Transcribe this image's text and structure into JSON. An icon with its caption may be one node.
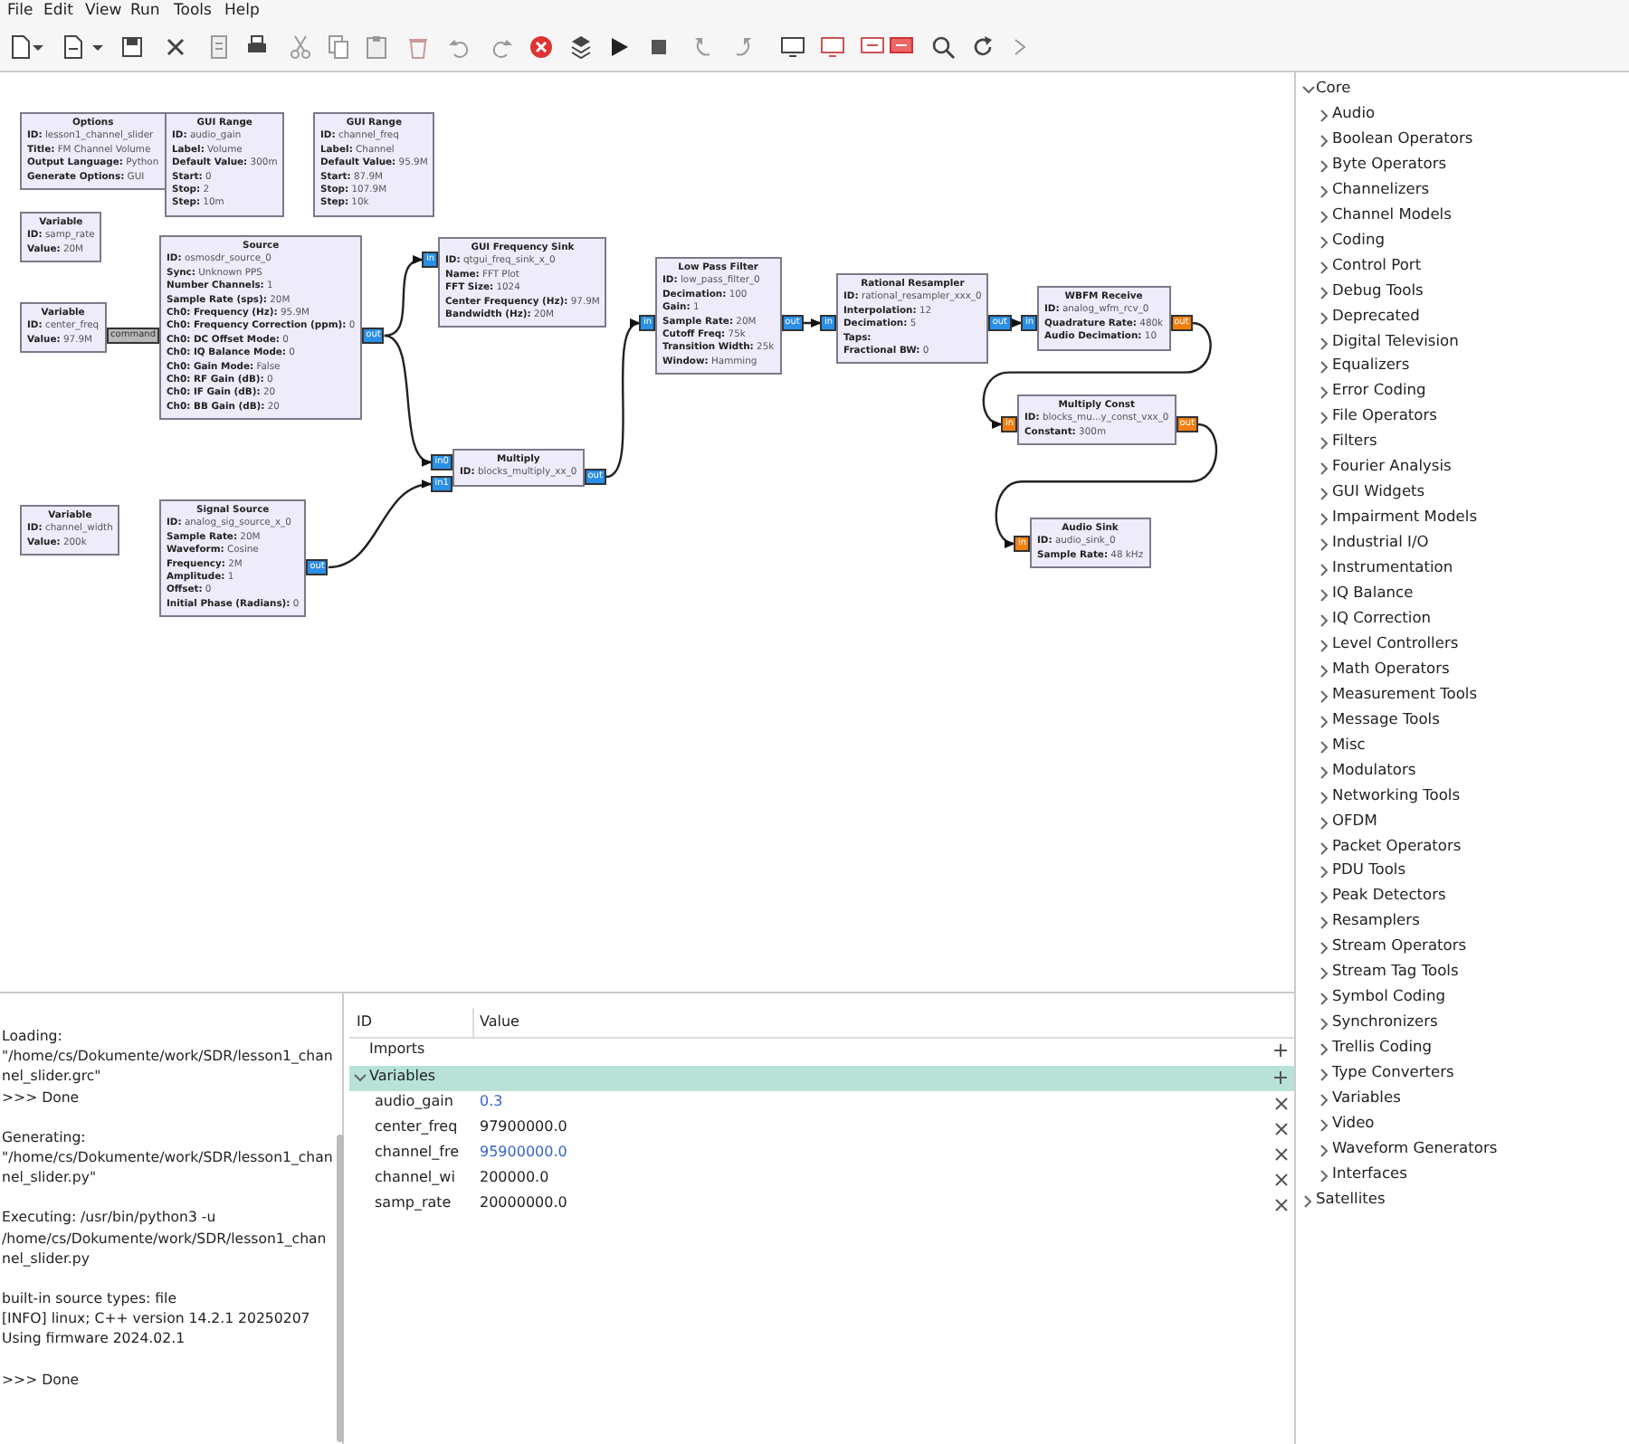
{
  "diagram": {
    "nodes": [
      {
        "text": [
          "Options",
          "**ID:** lesson1_channel_slider",
          "**Title:** FM Channel Volume",
          "**Output Language:** Python",
          "**Generate Options:** GUI"
        ]
      },
      {
        "text": [
          "GUI Range",
          "**ID:** audio_gain",
          "**Label:** Volume",
          "**Default Value:** 300m",
          "**Start:** 0",
          "**Stop:** 2",
          "**Step:** 10m"
        ]
      },
      {
        "text": [
          "GUI Range",
          "**ID:** channel_freq",
          "**Label:** Channel",
          "**Default Value:** 95.9M",
          "**Start:** 87.9M",
          "**Stop:** 107.9M",
          "**Step:** 10k"
        ]
      },
      {
        "text": [
          "Variable",
          "**ID:** samp_rate",
          "**Value:** 20M"
        ]
      },
      {
        "text": [
          "Source",
          "**ID:** osmosdr_source_0",
          "**Sync:** Unknown PPS",
          "**Number Channels:** 1",
          "**Sample Rate (sps):** 20M",
          "**Ch0: Frequency (Hz):** 95.9M",
          "**Ch0: Frequency Correction (ppm):** 0",
          "**Ch0: DC Offset Mode:** 0",
          "**Ch0: IQ Balance Mode:** 0",
          "**Ch0: Gain Mode:** False",
          "**Ch0: RF Gain (dB):** 0",
          "**Ch0: IF Gain (dB):** 20",
          "**Ch0: BB Gain (dB):** 20"
        ]
      },
      {
        "text": [
          "GUI Frequency Sink",
          "**ID:** qtgui_freq_sink_x_0",
          "**Name:** FFT Plot",
          "**FFT Size:** 1024",
          "**Center Frequency (Hz):** 97.9M",
          "**Bandwidth (Hz):** 20M"
        ]
      },
      {
        "text": [
          "Variable",
          "**ID:** center_freq",
          "**Value:** 97.9M"
        ]
      },
      {
        "text": [
          "Low Pass Filter",
          "**ID:** low_pass_filter_0",
          "**Decimation:** 100",
          "**Gain:** 1",
          "**Sample Rate:** 20M",
          "**Cutoff Freq:** 75k",
          "**Transition Width:** 25k",
          "**Window:** Hamming"
        ]
      },
      {
        "text": [
          "Rational Resampler",
          "**ID:** rational_resampler_xxx_0",
          "**Interpolation:** 12",
          "**Decimation:** 5",
          "**Taps:**",
          "**Fractional BW:** 0"
        ]
      },
      {
        "text": [
          "WBFM Receive",
          "**ID:** analog_wfm_rcv_0",
          "**Quadrature Rate:** 480k",
          "**Audio Decimation:** 10"
        ]
      },
      {
        "text": [
          "Multiply Const",
          "**ID:** blocks_mu...y_const_vxx_0",
          "**Constant:** 300m"
        ]
      },
      {
        "text": [
          "Multiply",
          "**ID:** blocks_multiply_xx_0"
        ]
      },
      {
        "text": [
          "Variable",
          "**ID:** channel_width",
          "**Value:** 200k"
        ]
      },
      {
        "text": [
          "Signal Source",
          "**ID:** analog_sig_source_x_0",
          "**Sample Rate:** 20M",
          "**Waveform:** Cosine",
          "**Frequency:** 2M",
          "**Amplitude:** 1",
          "**Offset:** 0",
          "**Initial Phase (Radians):** 0"
        ]
      },
      {
        "text": [
          "Audio Sink",
          "**ID:** audio_sink_0",
          "**Sample Rate:** 48 kHz"
        ]
      },
      {
        "text": [
          "command"
        ]
      },
      {
        "text": [
          "out"
        ]
      },
      {
        "text": [
          "in"
        ]
      },
      {
        "text": [
          "in0"
        ]
      },
      {
        "text": [
          "in1"
        ]
      },
      {
        "text": [
          "out"
        ]
      },
      {
        "text": [
          "out"
        ]
      },
      {
        "text": [
          "in"
        ]
      },
      {
        "text": [
          "out"
        ]
      },
      {
        "text": [
          "in"
        ]
      },
      {
        "text": [
          "out"
        ]
      },
      {
        "text": [
          "in"
        ]
      },
      {
        "text": [
          "out"
        ]
      },
      {
        "text": [
          "in"
        ]
      },
      {
        "text": [
          "out"
        ]
      },
      {
        "text": [
          "in"
        ]
      }
    ],
    "edges": [
      {
        "from": 16,
        "to": 17,
        "arrow": "to"
      },
      {
        "from": 16,
        "to": 18,
        "arrow": "to"
      },
      {
        "from": 21,
        "to": 19,
        "arrow": "to"
      },
      {
        "from": 20,
        "to": 22,
        "arrow": "to"
      },
      {
        "from": 23,
        "to": 24,
        "arrow": "to"
      },
      {
        "from": 25,
        "to": 26,
        "arrow": "to"
      },
      {
        "from": 27,
        "to": 28,
        "arrow": "to"
      },
      {
        "from": 29,
        "to": 30,
        "arrow": "to"
      }
    ],
    "labels": [
      "File",
      "Edit",
      "View",
      "Run",
      "Tools",
      "Help",
      "Core",
      "Audio",
      "Boolean Operators",
      "Byte Operators",
      "Channelizers",
      "Channel Models",
      "Coding",
      "Control Port",
      "Debug Tools",
      "Deprecated",
      "Digital Television",
      "Equalizers",
      "Error Coding",
      "File Operators",
      "Filters",
      "Fourier Analysis",
      "GUI Widgets",
      "Impairment Models",
      "Industrial I/O",
      "Instrumentation",
      "IQ Balance",
      "IQ Correction",
      "Level Controllers",
      "Math Operators",
      "Measurement Tools",
      "Message Tools",
      "Misc",
      "Modulators",
      "Networking Tools",
      "OFDM",
      "Packet Operators",
      "PDU Tools",
      "Peak Detectors",
      "Resamplers",
      "Stream Operators",
      "Stream Tag Tools",
      "Symbol Coding",
      "Synchronizers",
      "Trellis Coding",
      "Type Converters",
      "Variables",
      "Video",
      "Waveform Generators",
      "Interfaces",
      "Satellites",
      "Loading: \"/home/cs/Dokumente/work/SDR/lesson1_channel_slider.grc\"",
      ">>> Done",
      "Generating: \"/home/cs/Dokumente/work/SDR/lesson1_channel_slider.py\"",
      "Executing: /usr/bin/python3 -u /home/cs/Dokumente/work/SDR/lesson1_channel_slider.py",
      "built-in source types: file",
      "[INFO] linux; C++ version 14.2.1 20250207",
      "Using firmware 2024.02.1",
      ">>> Done",
      "ID",
      "Value",
      "Imports",
      "Variables",
      "audio_gain",
      "0.3",
      "center_freq",
      "97900000.0",
      "channel_fre",
      "95900000.0",
      "channel_wi",
      "200000.0",
      "samp_rate",
      "20000000.0"
    ]
  }
}
